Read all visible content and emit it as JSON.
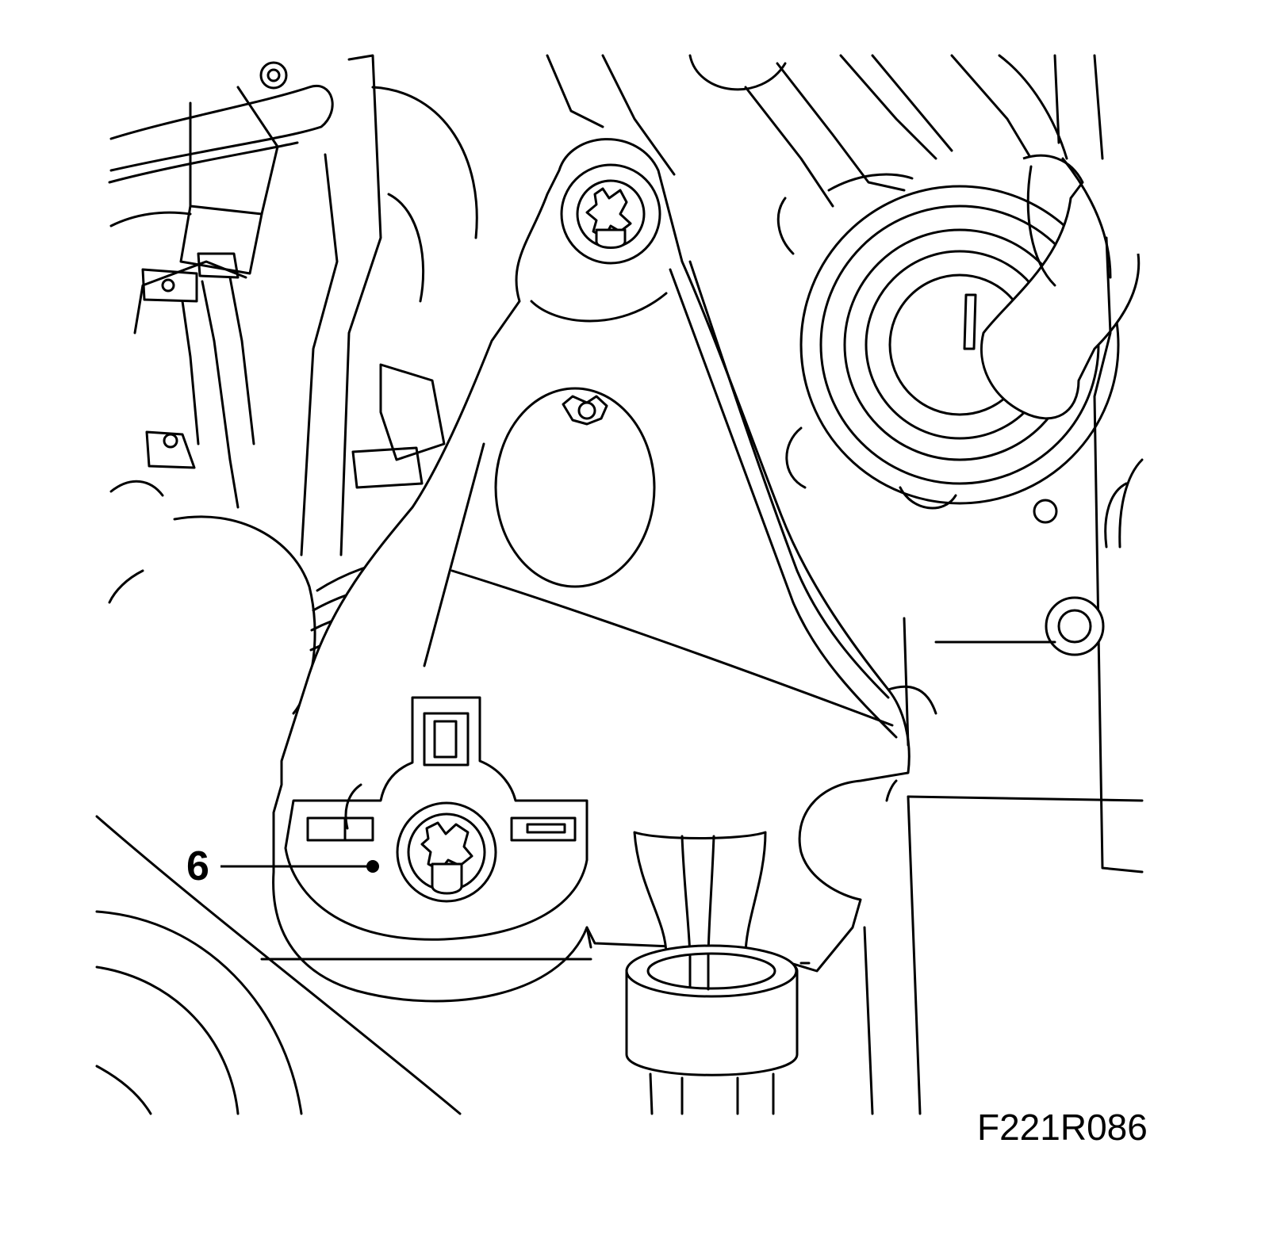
{
  "callouts": [
    {
      "label": "6",
      "target": "bracket-mounting-bolt"
    }
  ],
  "figure_reference": "F221R086",
  "colors": {
    "ink": "#000000",
    "paper": "#ffffff"
  }
}
